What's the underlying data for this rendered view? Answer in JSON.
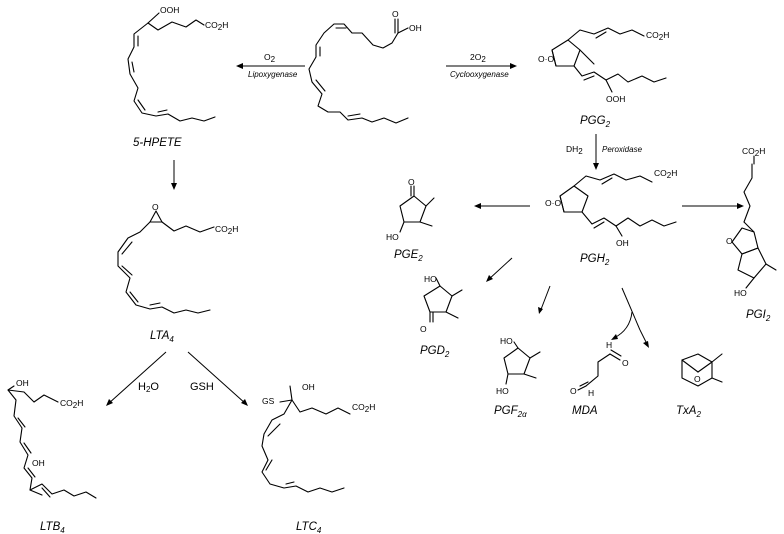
{
  "compounds": {
    "hpete": "5-HPETE",
    "lta4": {
      "base": "LTA",
      "sub": "4"
    },
    "ltb4": {
      "base": "LTB",
      "sub": "4"
    },
    "ltc4": {
      "base": "LTC",
      "sub": "4"
    },
    "pgg2": {
      "base": "PGG",
      "sub": "2"
    },
    "pgh2": {
      "base": "PGH",
      "sub": "2"
    },
    "pge2": {
      "base": "PGE",
      "sub": "2"
    },
    "pgd2": {
      "base": "PGD",
      "sub": "2"
    },
    "pgf2a": {
      "base": "PGF",
      "sub": "2α"
    },
    "pgi2": {
      "base": "PGI",
      "sub": "2"
    },
    "mda": "MDA",
    "txa2": {
      "base": "TxA",
      "sub": "2"
    }
  },
  "reagents": {
    "o2": {
      "base": "O",
      "sub": "2"
    },
    "lipoxygenase": "Lipoxygenase",
    "two_o2": {
      "base": "2O",
      "sub": "2"
    },
    "cyclooxygenase": "Cyclooxygenase",
    "dh2": {
      "base": "DH",
      "sub": "2"
    },
    "peroxidase": "Peroxidase",
    "h2o": {
      "base": "H",
      "sub": "2",
      "tail": "O"
    },
    "gsh": "GSH"
  },
  "atoms": {
    "oh": "OH",
    "ho": "HO",
    "ooh": "OOH",
    "o": "O",
    "co2h": {
      "base": "CO",
      "sub": "2",
      "tail": "H"
    },
    "gs": "GS",
    "h": "H"
  }
}
